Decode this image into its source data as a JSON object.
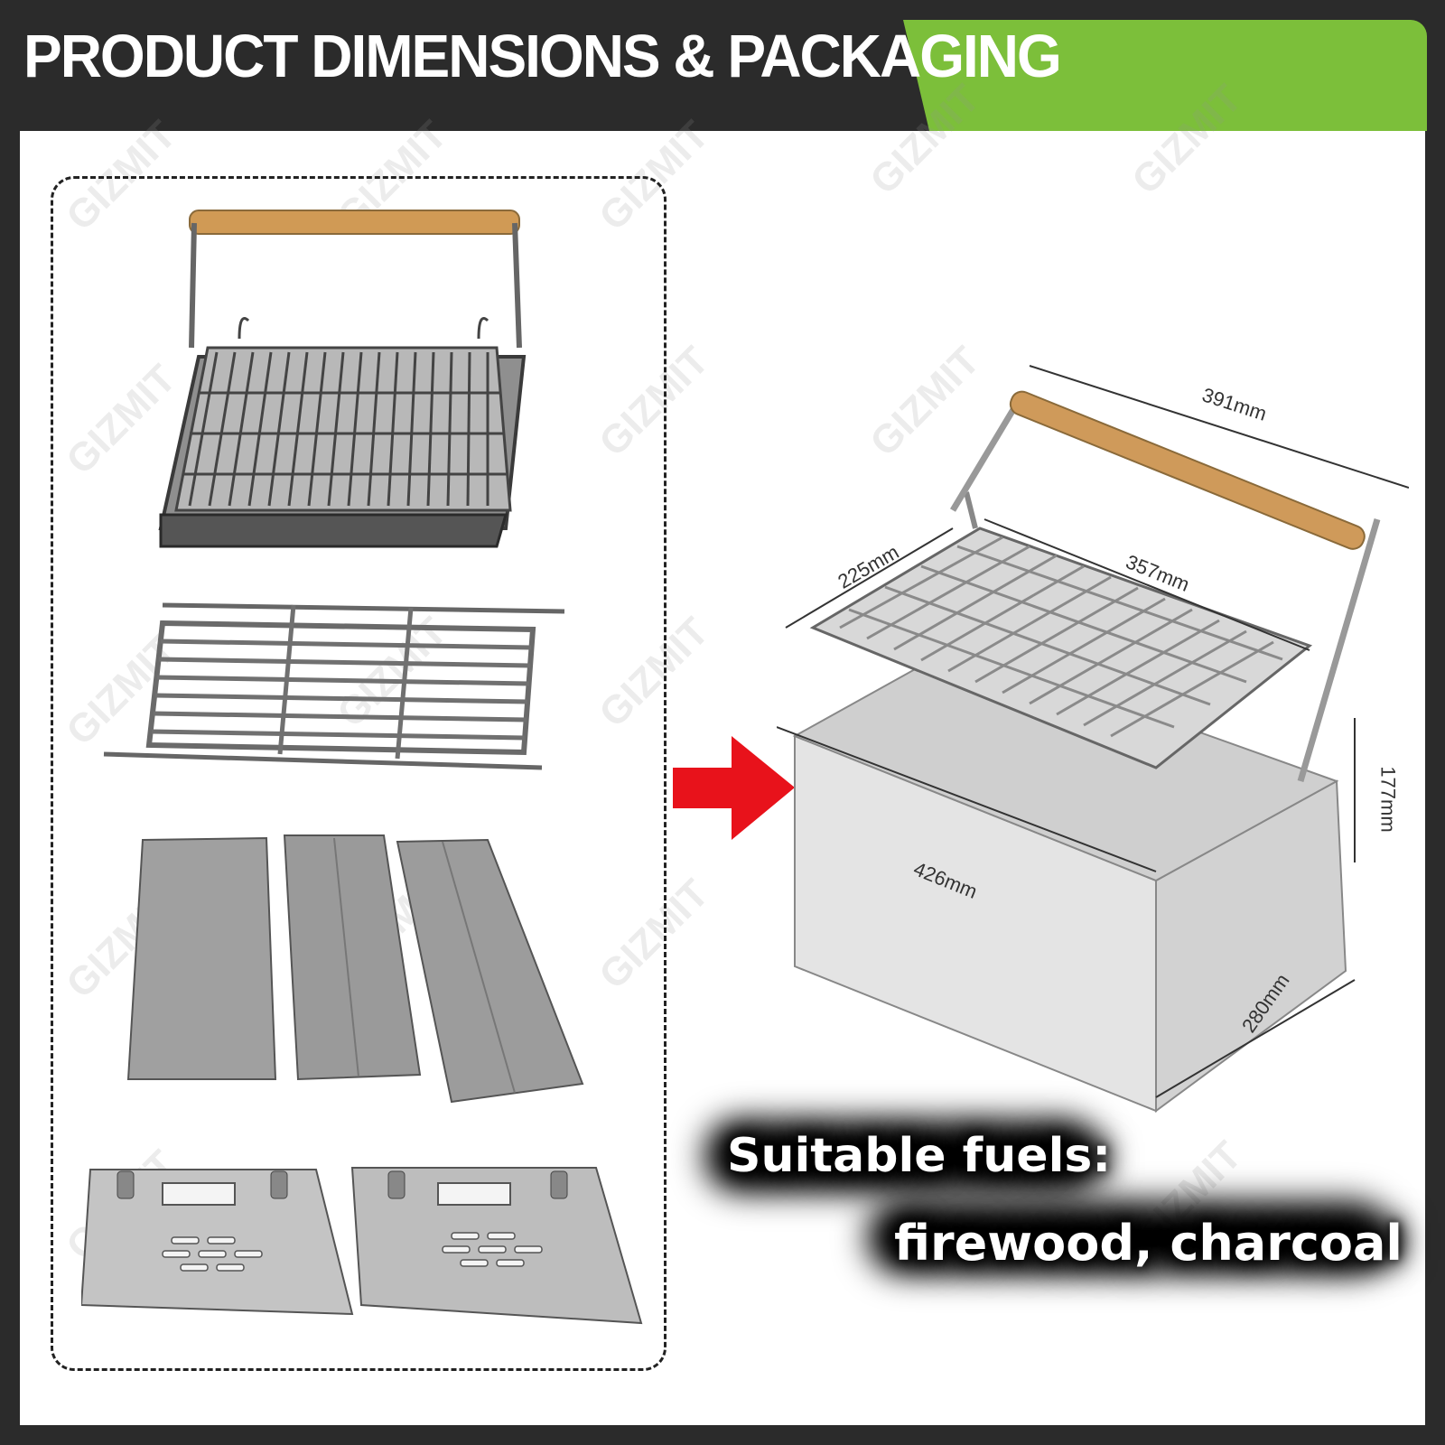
{
  "header": {
    "title": "PRODUCT DIMENSIONS & PACKAGING",
    "accent_color": "#7cbf3a",
    "background_color": "#2b2b2b"
  },
  "watermark": {
    "text": "GIZMIT"
  },
  "parts": [
    {
      "name": "grill-frame-with-handle"
    },
    {
      "name": "wire-grate"
    },
    {
      "name": "side-panels"
    },
    {
      "name": "end-panels"
    }
  ],
  "arrow": {
    "color": "#e8121b",
    "icon": "arrow-right-icon"
  },
  "dimensions": {
    "handle_length": "391mm",
    "grate_width": "225mm",
    "grate_length": "357mm",
    "height": "177mm",
    "base_length": "426mm",
    "base_width": "280mm"
  },
  "fuels": {
    "label": "Suitable fuels:",
    "list": "firewood, charcoal"
  }
}
